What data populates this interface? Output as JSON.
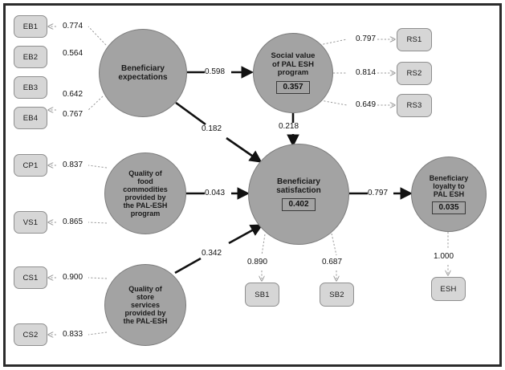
{
  "diagram": {
    "type": "pls-sem-path-model",
    "colors": {
      "construct_fill": "#a3a3a3",
      "indicator_fill": "#d6d6d6",
      "frame": "#2b2b2b",
      "structural_path": "#111111",
      "measurement_path": "#9a9a9a"
    },
    "constructs": [
      {
        "id": "beneficiary-expectations",
        "label": "Beneficiary\nexpectations",
        "r2": null
      },
      {
        "id": "social-value",
        "label": "Social value\nof PAL ESH\nprogram",
        "r2": "0.357"
      },
      {
        "id": "quality-food",
        "label": "Quality of\nfood\ncommodities\nprovided by\nthe PAL-ESH\nprogram",
        "r2": null
      },
      {
        "id": "beneficiary-satisfaction",
        "label": "Beneficiary\nsatisfaction",
        "r2": "0.402"
      },
      {
        "id": "quality-store",
        "label": "Quality of\nstore\nservices\nprovided by\nthe PAL-ESH",
        "r2": null
      },
      {
        "id": "beneficiary-loyalty",
        "label": "Beneficiary\nloyalty to\nPAL ESH",
        "r2": "0.035"
      }
    ],
    "indicators": [
      {
        "id": "EB1",
        "label": "EB1",
        "loading": "0.774",
        "construct": "beneficiary-expectations"
      },
      {
        "id": "EB2",
        "label": "EB2",
        "loading": "0.564",
        "construct": "beneficiary-expectations"
      },
      {
        "id": "EB3",
        "label": "EB3",
        "loading": "0.642",
        "construct": "beneficiary-expectations"
      },
      {
        "id": "EB4",
        "label": "EB4",
        "loading": "0.767",
        "construct": "beneficiary-expectations"
      },
      {
        "id": "CP1",
        "label": "CP1",
        "loading": "0.837",
        "construct": "quality-food"
      },
      {
        "id": "VS1",
        "label": "VS1",
        "loading": "0.865",
        "construct": "quality-food"
      },
      {
        "id": "CS1",
        "label": "CS1",
        "loading": "0.900",
        "construct": "quality-store"
      },
      {
        "id": "CS2",
        "label": "CS2",
        "loading": "0.833",
        "construct": "quality-store"
      },
      {
        "id": "RS1",
        "label": "RS1",
        "loading": "0.797",
        "construct": "social-value"
      },
      {
        "id": "RS2",
        "label": "RS2",
        "loading": "0.814",
        "construct": "social-value"
      },
      {
        "id": "RS3",
        "label": "RS3",
        "loading": "0.649",
        "construct": "social-value"
      },
      {
        "id": "SB1",
        "label": "SB1",
        "loading": "0.890",
        "construct": "beneficiary-satisfaction"
      },
      {
        "id": "SB2",
        "label": "SB2",
        "loading": "0.687",
        "construct": "beneficiary-satisfaction"
      },
      {
        "id": "ESH",
        "label": "ESH",
        "loading": "1.000",
        "construct": "beneficiary-loyalty"
      }
    ],
    "structural_paths": [
      {
        "from": "beneficiary-expectations",
        "to": "social-value",
        "coefficient": "0.598"
      },
      {
        "from": "beneficiary-expectations",
        "to": "beneficiary-satisfaction",
        "coefficient": "0.182"
      },
      {
        "from": "social-value",
        "to": "beneficiary-satisfaction",
        "coefficient": "0.218"
      },
      {
        "from": "quality-food",
        "to": "beneficiary-satisfaction",
        "coefficient": "0.043"
      },
      {
        "from": "quality-store",
        "to": "beneficiary-satisfaction",
        "coefficient": "0.342"
      },
      {
        "from": "beneficiary-satisfaction",
        "to": "beneficiary-loyalty",
        "coefficient": "0.797"
      }
    ]
  }
}
